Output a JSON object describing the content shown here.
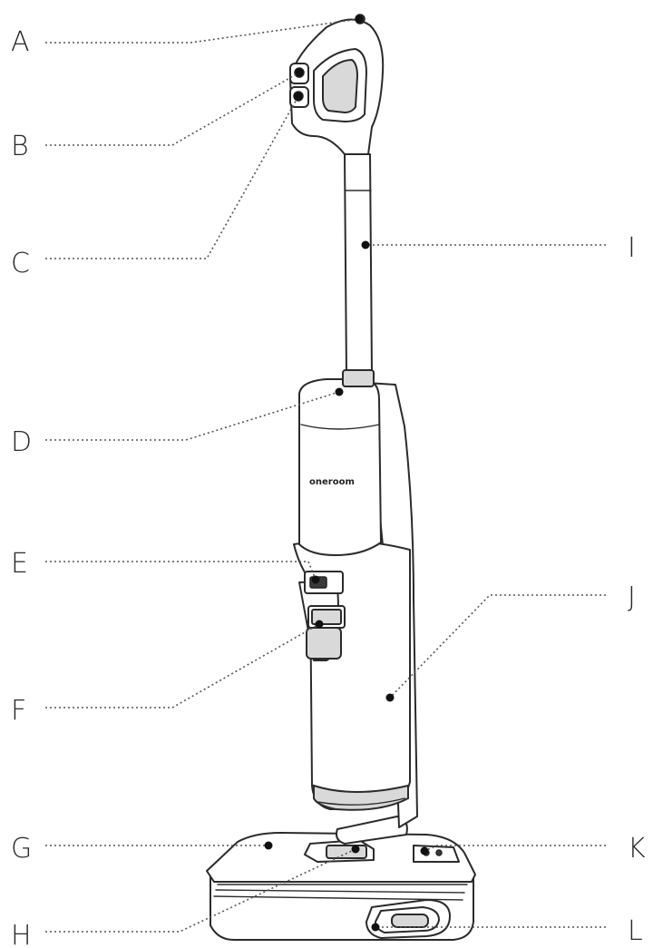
{
  "brand_text": "oneroom",
  "callouts": [
    {
      "id": "A",
      "label": "A"
    },
    {
      "id": "B",
      "label": "B"
    },
    {
      "id": "C",
      "label": "C"
    },
    {
      "id": "D",
      "label": "D"
    },
    {
      "id": "E",
      "label": "E"
    },
    {
      "id": "F",
      "label": "F"
    },
    {
      "id": "G",
      "label": "G"
    },
    {
      "id": "H",
      "label": "H"
    },
    {
      "id": "I",
      "label": "I"
    },
    {
      "id": "J",
      "label": "J"
    },
    {
      "id": "K",
      "label": "K"
    },
    {
      "id": "L",
      "label": "L"
    }
  ]
}
